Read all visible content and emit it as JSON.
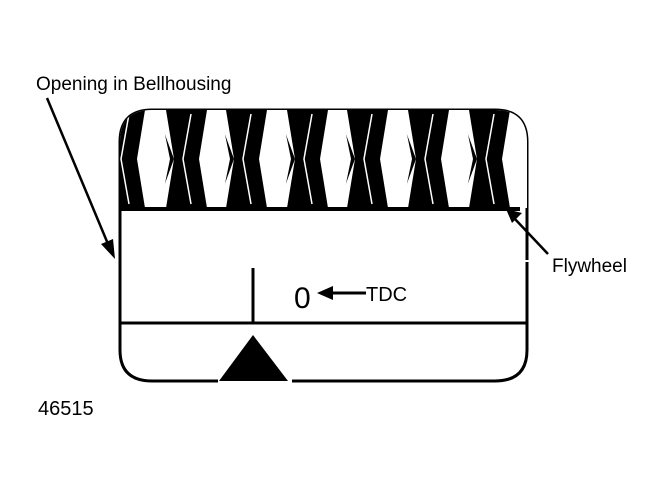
{
  "labels": {
    "opening": "Opening in Bellhousing",
    "flywheel": "Flywheel",
    "timing_mark": "0",
    "tdc": "TDC",
    "figure_number": "46515"
  }
}
